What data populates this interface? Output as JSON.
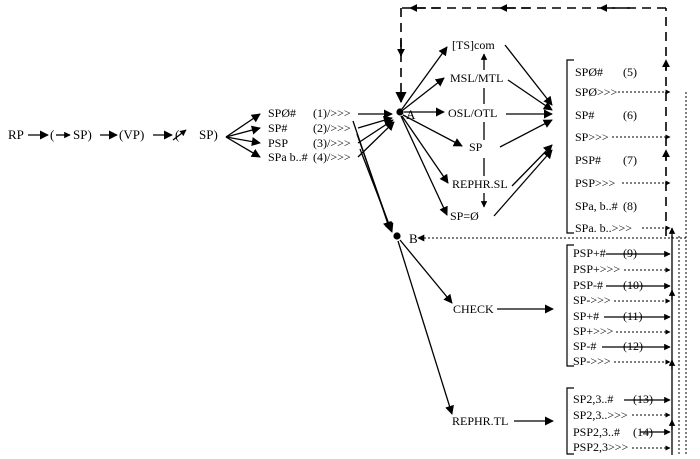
{
  "main_chain": {
    "rp": "RP",
    "sp_open": "(",
    "sp_arrow": "→",
    "sp_text": "SP)",
    "vp": "(VP)",
    "sp_struck": "(",
    "sp_end": "SP)"
  },
  "first_branch": [
    "SPØ#",
    "SP#",
    "PSP",
    "SPa b..#"
  ],
  "first_branch_codes": [
    "(1)/>>>",
    "(2)/>>>",
    "(3)/>>>",
    "(4)/>>>"
  ],
  "nodes": {
    "a": "A",
    "b": "B"
  },
  "a_outputs": [
    "[TS]com",
    "MSL/MTL",
    "OSL/OTL",
    "SP",
    "REPHR.SL",
    "SP=Ø"
  ],
  "b_outputs": [
    "CHECK",
    "REPHR.TL"
  ],
  "box1": {
    "items": [
      "SPØ#",
      "SPØ>>>",
      "SP#",
      "SP>>>",
      "PSP#",
      "PSP>>>",
      "SPa, b..#",
      "SPa. b..>>>"
    ],
    "nums": [
      "(5)",
      "(6)",
      "(7)",
      "(8)"
    ]
  },
  "box2": {
    "items": [
      "PSP+#",
      "PSP+>>>",
      "PSP-#",
      "SP->>>",
      "SP+#",
      "SP+>>>",
      "SP-#",
      "SP->>>"
    ],
    "nums": [
      "(9)",
      "(10)",
      "(11)",
      "(12)"
    ]
  },
  "box3": {
    "items": [
      "SP2,3..#",
      "SP2,3..>>>",
      "PSP2,3..#",
      "PSP2,3>>>"
    ],
    "nums": [
      "(13)",
      "(14)"
    ]
  }
}
